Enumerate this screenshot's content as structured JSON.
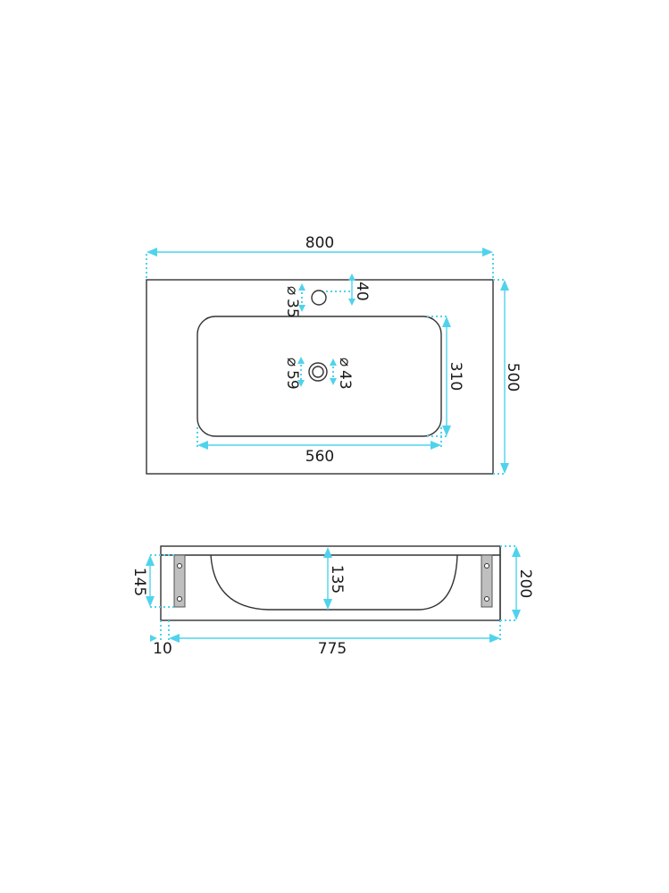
{
  "colors": {
    "outline": "#333333",
    "dimension": "#4fd3ec",
    "text": "#1a1a1a",
    "background": "#ffffff"
  },
  "top_view": {
    "overall_width": "800",
    "overall_depth": "500",
    "tap_hole_diameter": "35",
    "tap_hole_offset": "40",
    "basin_width": "560",
    "basin_depth": "310",
    "drain_outer_diameter": "59",
    "drain_inner_diameter": "43"
  },
  "side_view": {
    "total_height": "200",
    "front_height": "145",
    "basin_depth": "135",
    "side_offset": "10",
    "inner_length": "775"
  }
}
